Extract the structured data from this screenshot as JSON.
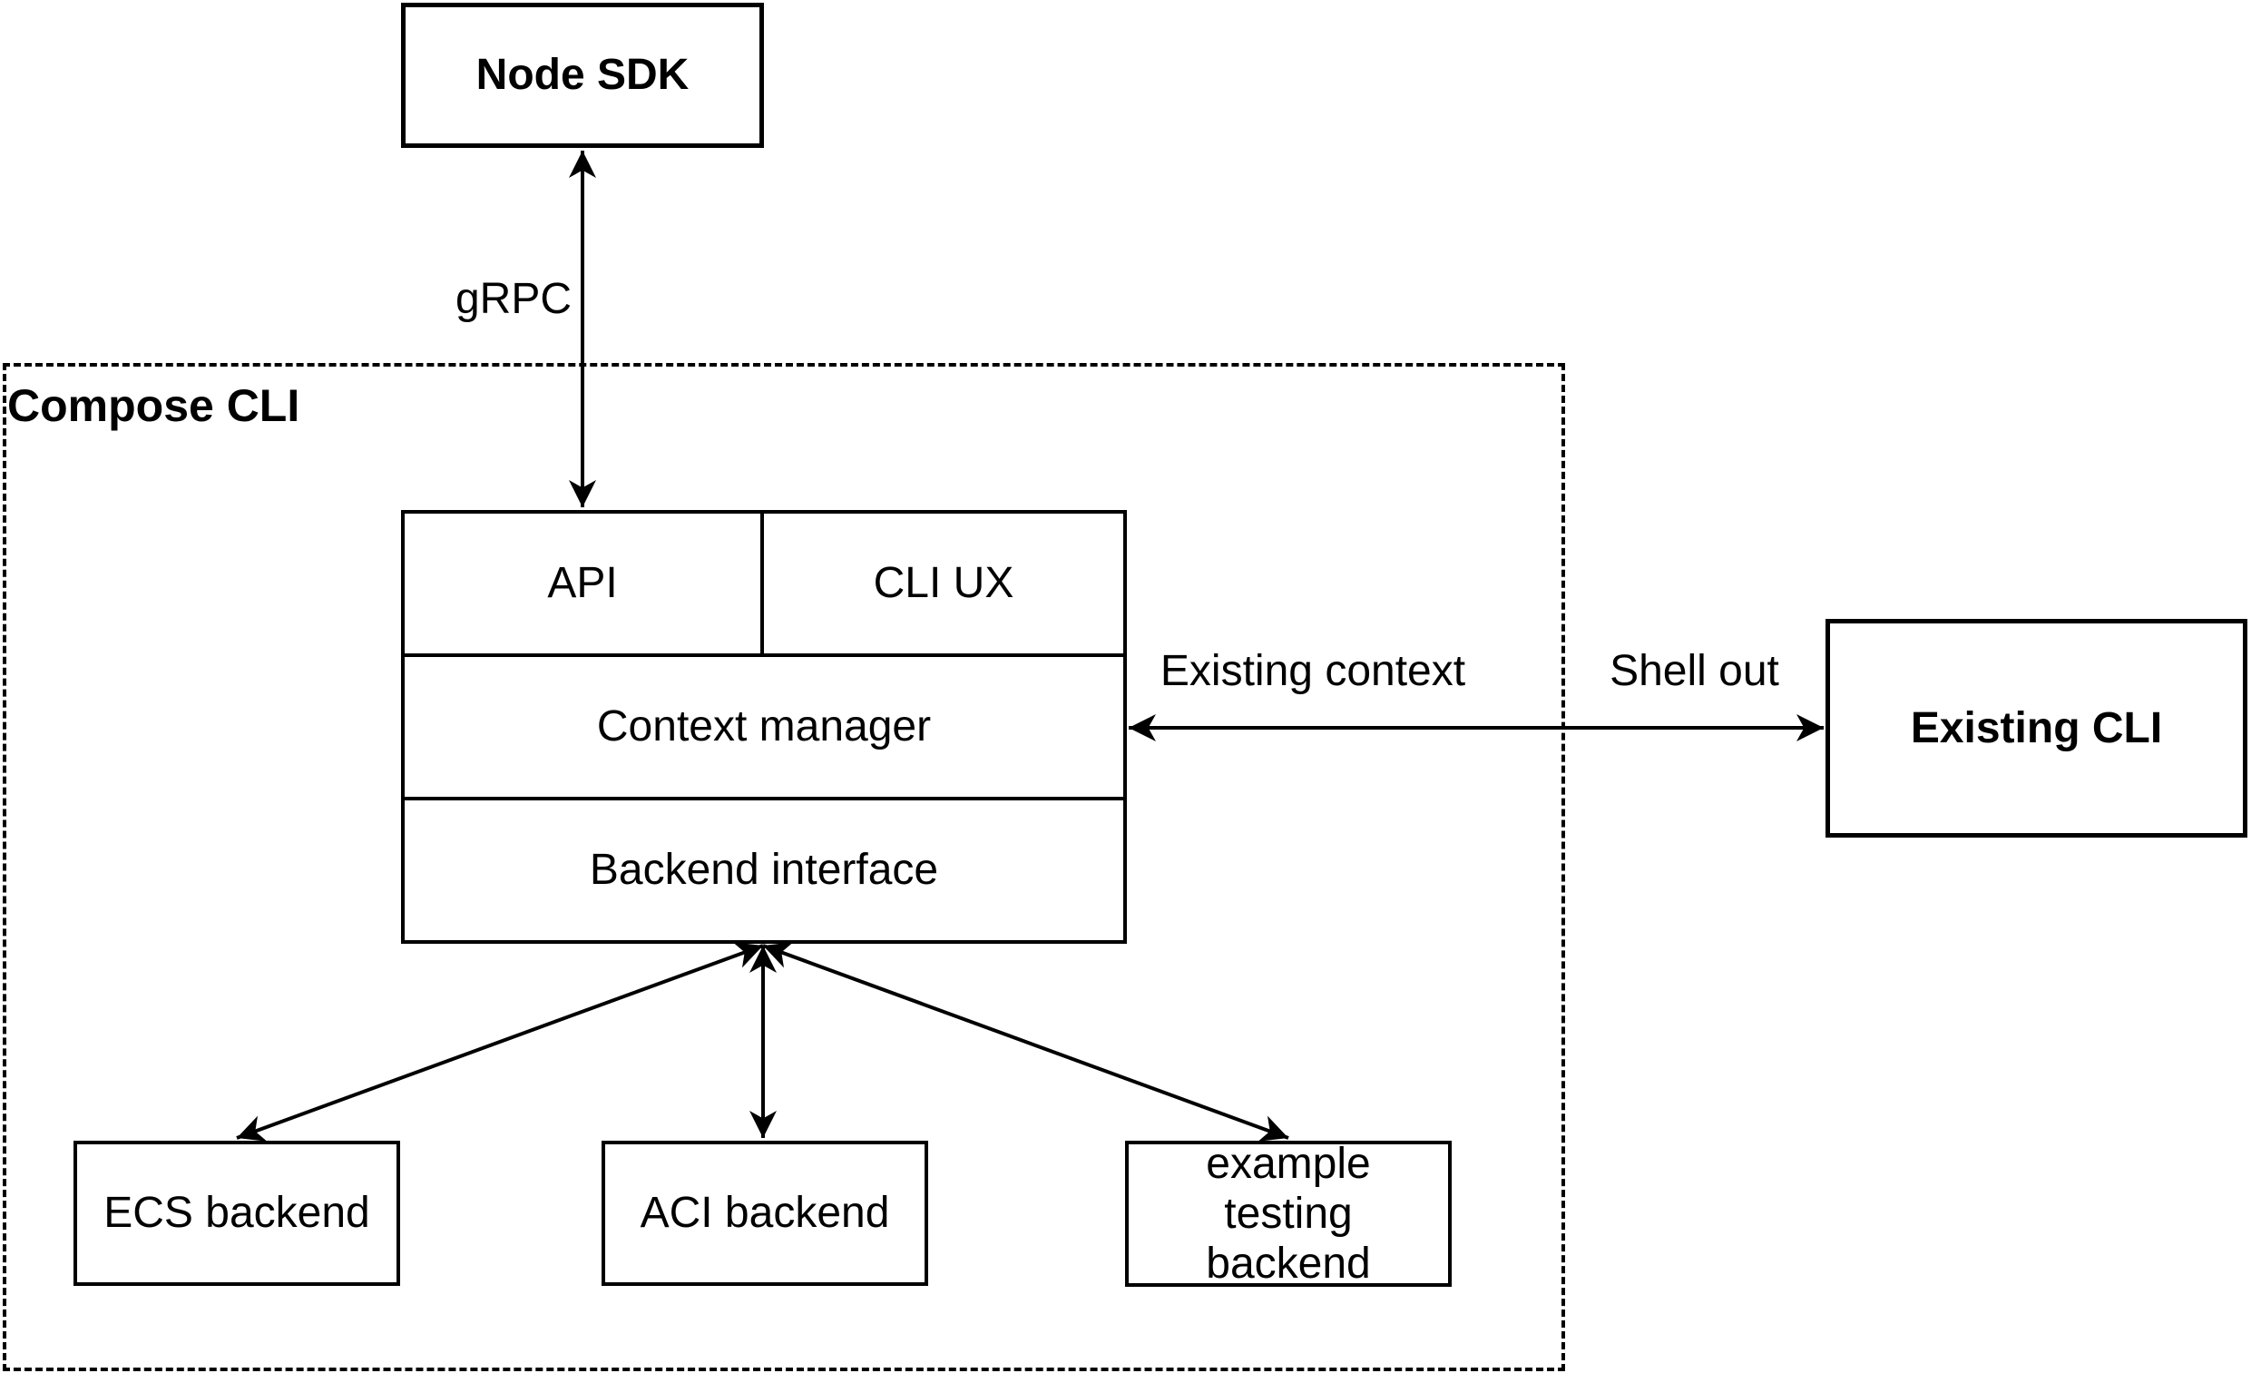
{
  "colors": {
    "stroke": "#000000",
    "background": "#ffffff"
  },
  "nodes": {
    "node_sdk": "Node SDK",
    "compose_cli_container": "Compose CLI",
    "api": "API",
    "cli_ux": "CLI UX",
    "context_manager": "Context manager",
    "backend_interface": "Backend interface",
    "ecs_backend": "ECS backend",
    "aci_backend": "ACI backend",
    "example_testing_backend": "example testing backend",
    "existing_cli": "Existing CLI"
  },
  "edge_labels": {
    "grpc": "gRPC",
    "existing_context": "Existing context",
    "shell_out": "Shell out"
  }
}
